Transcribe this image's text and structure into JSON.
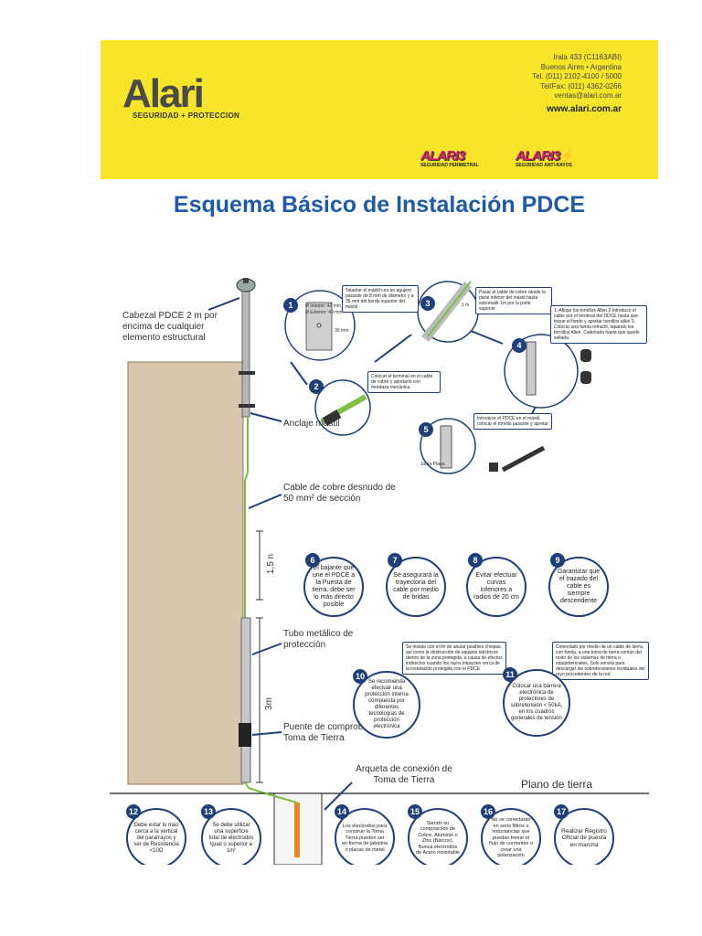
{
  "header": {
    "logo": "Alari",
    "logo_tagline": "SEGURIDAD + PROTECCION",
    "address_1": "Irala 433 (C1163ABI)",
    "address_2": "Buenos Aires • Argentina",
    "phone": "Tel. (011) 2102-4100 / 5000",
    "fax": "Tel/Fax: (011) 4362-0266",
    "email": "ventas@alari.com.ar",
    "website": "www.alari.com.ar",
    "badge1_name": "ALARI3",
    "badge1_sub": "SEGURIDAD PERIMETRAL",
    "badge2_name": "ALARI3",
    "badge2_sub": "SEGURIDAD ANTI-RAYOS"
  },
  "title": "Esquema Básico de Instalación PDCE",
  "labels": {
    "cabezal": "Cabezal PDCE 2 m por encima de cualquier elemento estructural",
    "anclaje": "Anclaje mástil",
    "cable": "Cable de cobre desnudo de 50 mm² de sección",
    "tubo": "Tubo metálico de protección",
    "puente": "Puente de comprobación Toma de Tierra",
    "arqueta": "Arqueta de conexión de Toma de Tierra",
    "plano": "Plano de tierra",
    "dim_15": "1,5 n",
    "dim_3": "3m",
    "junta": "Junta Plana",
    "interior": "Ø Interior: 42 mm",
    "exterior": "Ø Exterior: 49 mm",
    "dim_35": "35 mm",
    "dim_1m": "1 m"
  },
  "steps": {
    "s1": "Taladrar el mástil con un agujero pasante de 8 mm de diámetro y a 35 mm del borde superior del mástil",
    "s2": "Colocar el terminal en el cable de cobre y apretarlo con mordaza mecánica",
    "s3": "Pasar el cable de cobre desde la parte inferior del mástil hasta sobresalir 1m por la parte superior",
    "s4": "1. Aflojar los tornillos Allen 2.Introducir el cable por el terminal del DDCE hasta que toque el fondo y apretar tornillos allen 3. Colocar una funda retractil, tapando los tornillos Allen. Calentarla hasta que quede sellada.",
    "s5": "Introducir el PDCE en el mástil, colocar el tornillo pasante y apretar",
    "s6": "El bajante que une el PDCE a la Puesta de tierra, debe ser lo más directo posible",
    "s7": "Se asegurará la trayectoria del cable por medio de bridas",
    "s8": "Evitar efectuar curvas inferiores a radios de 20 cm",
    "s9": "Garantizar que el trazado del cable es siempre descendente",
    "s10_note": "Se instala con el fin de anular posibles chispas, así como la destrucción de equipos eléctricos dentro de la zona protegida, a causa de efectos indirectos cuando los rayos impacten cerca de la instalación protegida con el PDCE",
    "s10": "Se recomienda efectuar una protección interna compuesta por diferentes tecnologías de protección electrónica",
    "s11_note": "Conectado por medio de un cable de tierra, con funda, a una toma de tierra común del resto de los sistemas de tierra o equipotenciales. Solo servirá para descargar las sobretensiones residuales del rayo procedentes de la red",
    "s11": "Colocar una barrera electrónica de protectores de sobretensión < 50kA, en los cuadros generales de tensión",
    "s12": "Debe estar lo más cerca a la vertical del pararrayos y ser de Resistencia <10Ω",
    "s13": "Se debe utilizar una superficie total de electrodos igual o superior a 1m²",
    "s14": "Los electrodos para construir la Toma Tierra pueden ser en forma de jabalina o placas de metal",
    "s15": "Siendo su composición de Cobre, Aluminio o Zinc (Barcos). Nunca electrodos de Acero inoxidable",
    "s16": "No se conectarán en serie filtros o inductancias que puedan frenar el flujo de corrientes o crear una polarización",
    "s17": "Realizar Registro Oficial de puesta en marcha"
  },
  "numbers": [
    "1",
    "2",
    "3",
    "4",
    "5",
    "6",
    "7",
    "8",
    "9",
    "10",
    "11",
    "12",
    "13",
    "14",
    "15",
    "16",
    "17"
  ],
  "colors": {
    "brand_yellow": "#f7e52a",
    "title_blue": "#1e5aa8",
    "accent_pink": "#d21f6f",
    "wall": "#d9c7ad",
    "cable": "#7ac143",
    "navy": "#1e3f7a"
  }
}
